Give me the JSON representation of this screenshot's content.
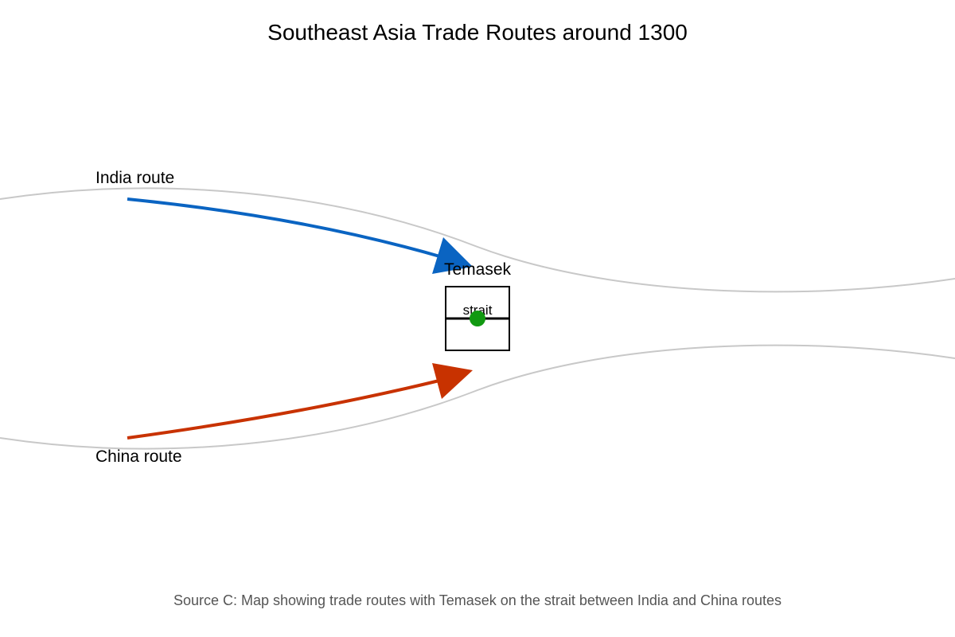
{
  "title": "Southeast Asia Trade Routes around 1300",
  "routes": {
    "india": {
      "label": "India route",
      "color": "#0a64c2"
    },
    "china": {
      "label": "China route",
      "color": "#c83200"
    }
  },
  "place": {
    "name": "Temasek",
    "marker_color": "#119911"
  },
  "inset": {
    "label": "strait"
  },
  "coastline_color": "#c8c8c8",
  "caption": "Source C: Map showing trade routes with Temasek on the strait between India and China routes"
}
